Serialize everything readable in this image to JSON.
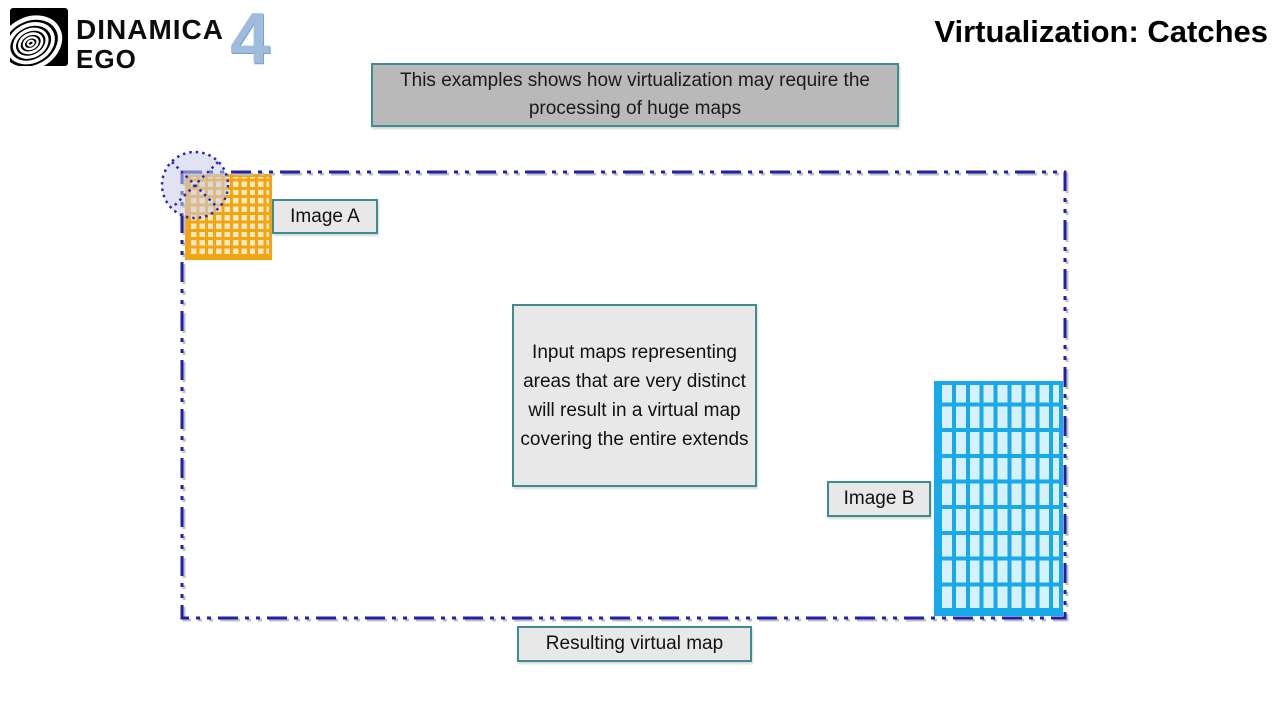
{
  "header": {
    "logo": {
      "brand_line1": "DINAMICA",
      "brand_line2": "EGO",
      "version": "4"
    },
    "title": "Virtualization: Catches"
  },
  "note_box": {
    "text": "This examples shows how virtualization may require the processing of huge maps"
  },
  "diagram": {
    "image_a_label": "Image A",
    "image_b_label": "Image B",
    "center_note": "Input maps representing areas that are very distinct will result in a virtual map covering the entire extends",
    "bottom_label": "Resulting virtual map"
  },
  "colors": {
    "navy": "#2121a5",
    "orange-line": "#f2a412",
    "orange-fill": "#fbe9be",
    "cyan-line": "#18a9e8",
    "cyan-fill": "#d7f0f9",
    "teal-border": "#3f8c90",
    "note-gray": "#b9b9b9",
    "label-gray": "#e8e8e8",
    "version-blue": "#9fbcdf",
    "circle-fill": "#c9ccea",
    "circle-stroke": "#2b2bb0"
  }
}
